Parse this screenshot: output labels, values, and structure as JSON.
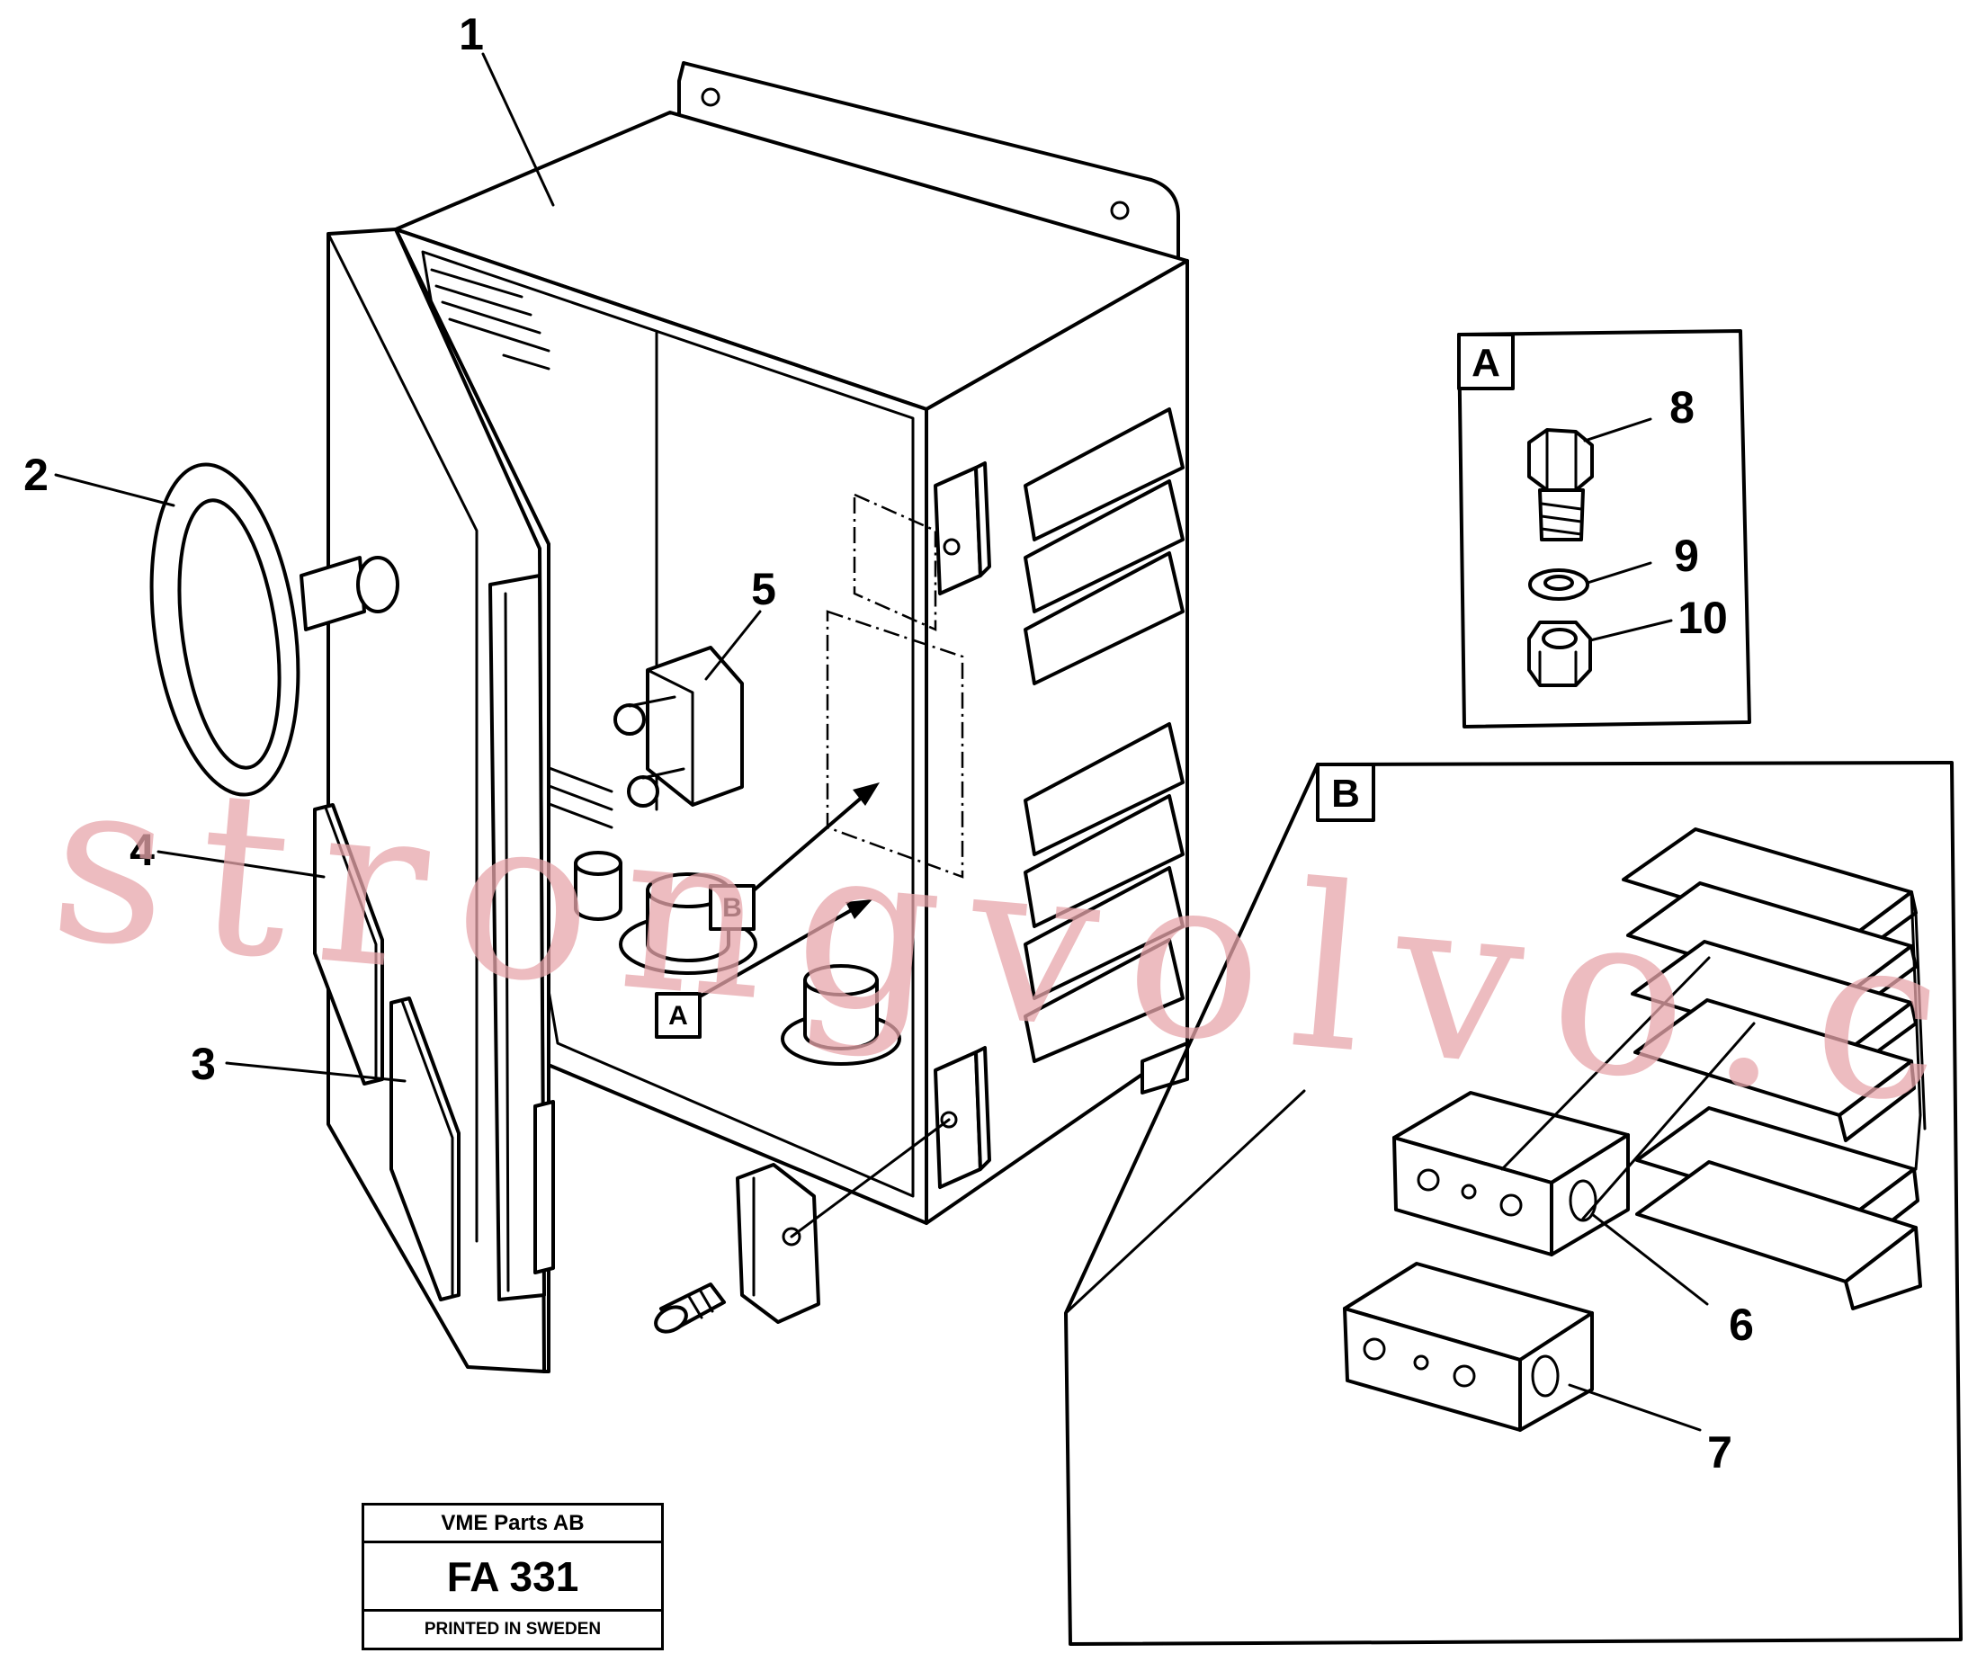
{
  "callouts": {
    "p1": "1",
    "p2": "2",
    "p3": "3",
    "p4": "4",
    "p5": "5",
    "p6": "6",
    "p7": "7",
    "p8": "8",
    "p9": "9",
    "p10": "10"
  },
  "details": {
    "a": "A",
    "b": "B"
  },
  "box_tags": {
    "a": "A",
    "b": "B"
  },
  "stamp": {
    "company": "VME Parts AB",
    "code": "FA 331",
    "printed": "PRINTED IN SWEDEN"
  },
  "watermark": "strongvolvo.com"
}
